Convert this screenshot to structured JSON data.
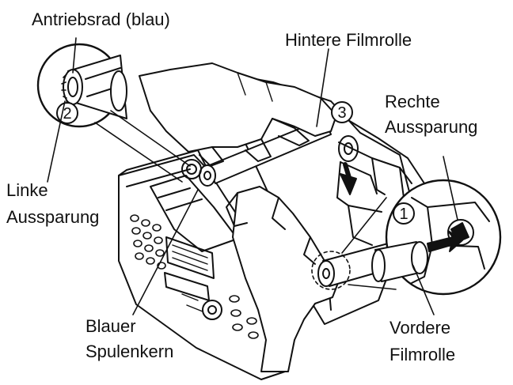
{
  "labels": {
    "drive_gear": "Antriebsrad (blau)",
    "rear_roll": "Hintere Filmrolle",
    "right_slot_line1": "Rechte",
    "right_slot_line2": "Aussparung",
    "left_slot_line1": "Linke",
    "left_slot_line2": "Aussparung",
    "blue_core_line1": "Blauer",
    "blue_core_line2": "Spulenkern",
    "front_roll_line1": "Vordere",
    "front_roll_line2": "Filmrolle"
  },
  "steps": [
    "1",
    "2",
    "3"
  ],
  "colors": {
    "ink": "#111111",
    "paper": "#ffffff"
  }
}
